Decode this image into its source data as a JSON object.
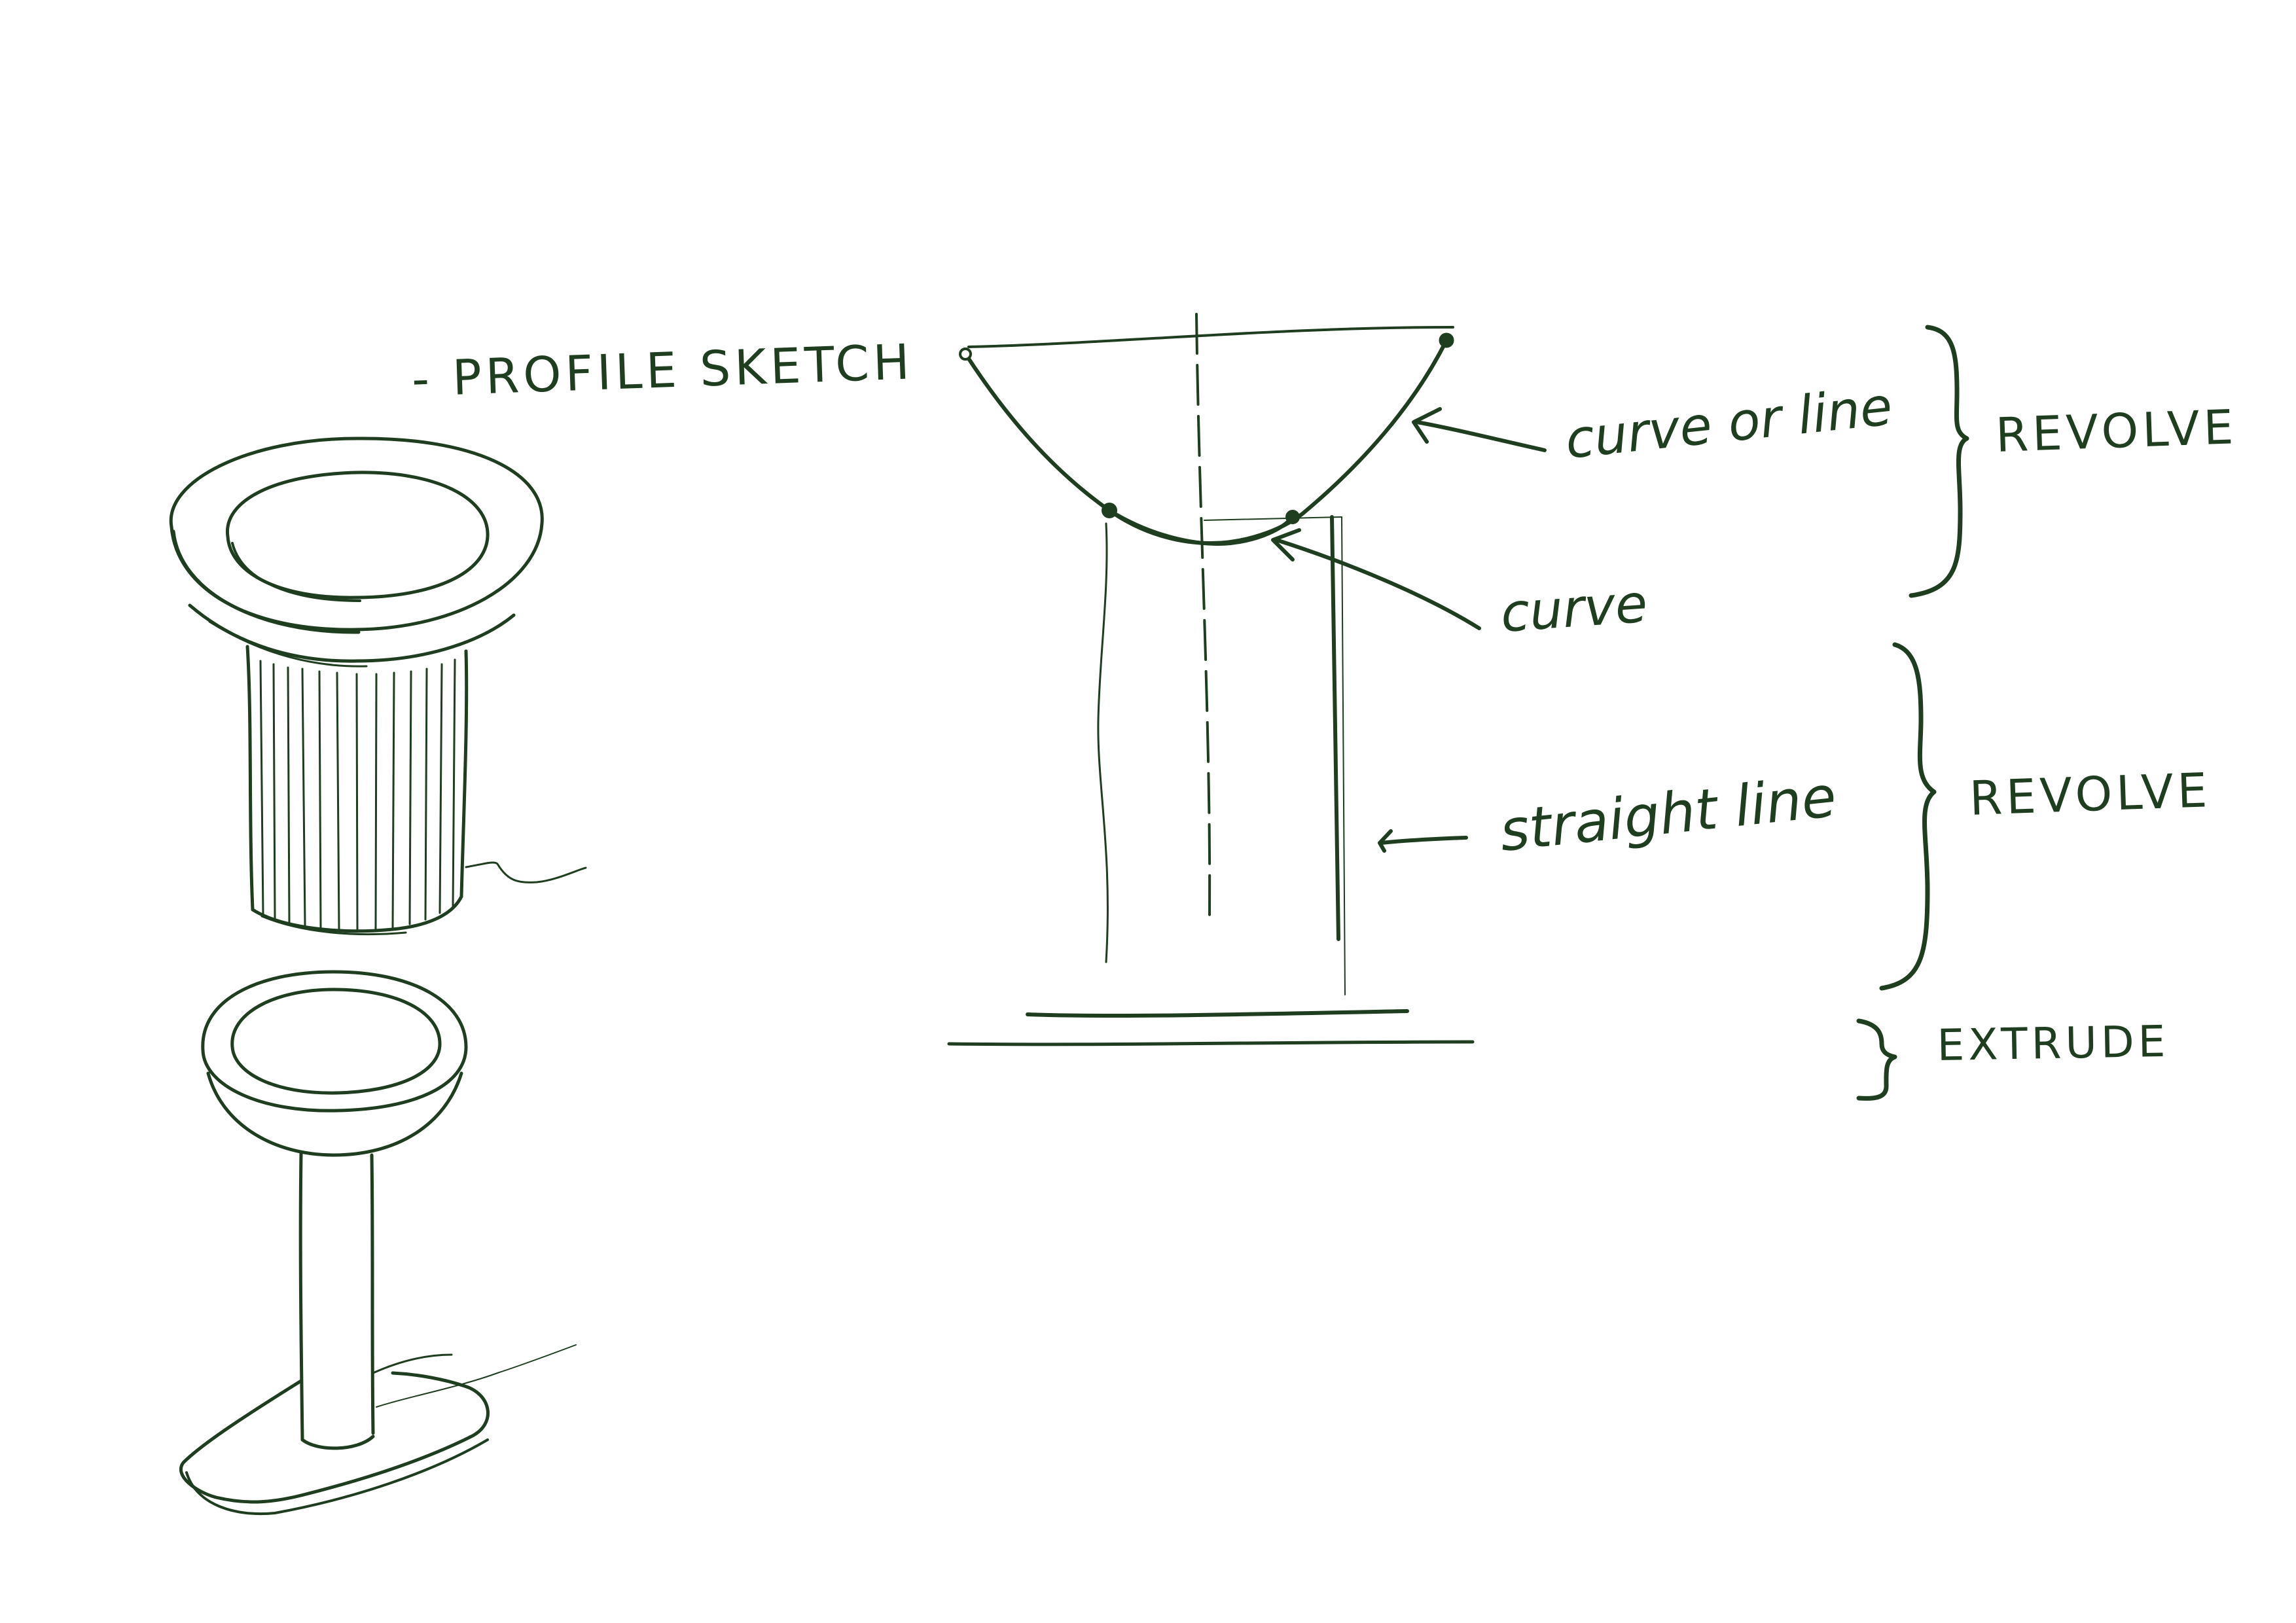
{
  "colors": {
    "ink": "#1f3d1f",
    "paper": "#ffffff"
  },
  "labels": {
    "profile_sketch": "- PROFILE SKETCH",
    "curve_or_line": "curve or line",
    "curve": "curve",
    "straight_line": "straight line",
    "revolve_top": "REVOLVE",
    "revolve_middle": "REVOLVE",
    "extrude": "EXTRUDE"
  }
}
